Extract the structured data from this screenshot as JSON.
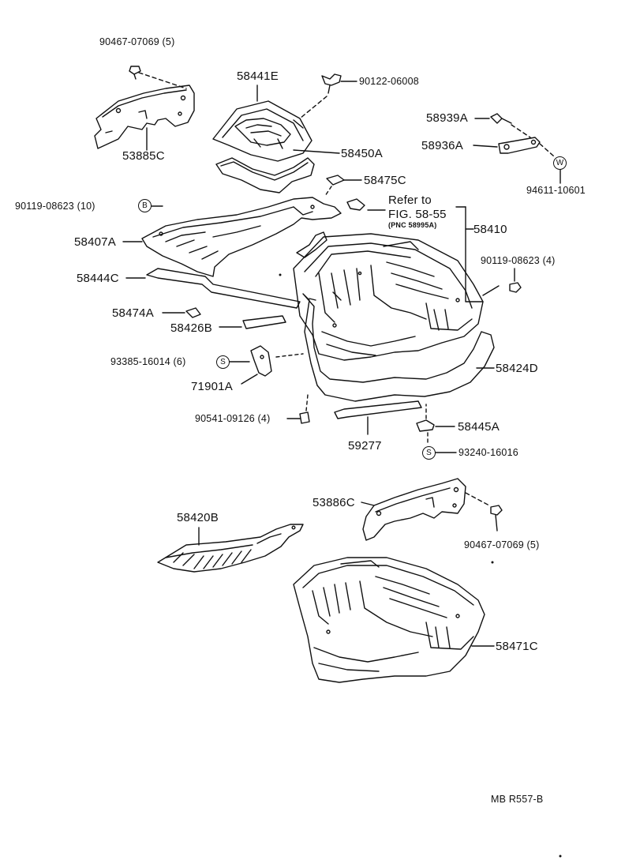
{
  "labels": {
    "p90467_top": "90467-07069 (5)",
    "p58441e": "58441E",
    "p90122": "90122-06008",
    "p58939a": "58939A",
    "p58936a": "58936A",
    "p53885c": "53885C",
    "p58450a": "58450A",
    "p94611": "94611-10601",
    "p58475c": "58475C",
    "p90119_10": "90119-08623 (10)",
    "refer_to": "Refer to",
    "refer_fig": "FIG. 58-55",
    "refer_pnc": "(PNC 58995A)",
    "p58410": "58410",
    "p58407a": "58407A",
    "p90119_4": "90119-08623 (4)",
    "p58444c": "58444C",
    "p58474a": "58474A",
    "p58426b": "58426B",
    "p93385": "93385-16014 (6)",
    "p58424d": "58424D",
    "p71901a": "71901A",
    "p90541": "90541-09126 (4)",
    "p58445a": "58445A",
    "p59277": "59277",
    "p93240": "93240-16016",
    "p53886c": "53886C",
    "p58420b": "58420B",
    "p90467_bot": "90467-07069 (5)",
    "p58471c": "58471C",
    "doc_code": "MB R557-B"
  },
  "symbols": {
    "b": "B",
    "s1": "S",
    "s2": "S",
    "w": "W"
  }
}
